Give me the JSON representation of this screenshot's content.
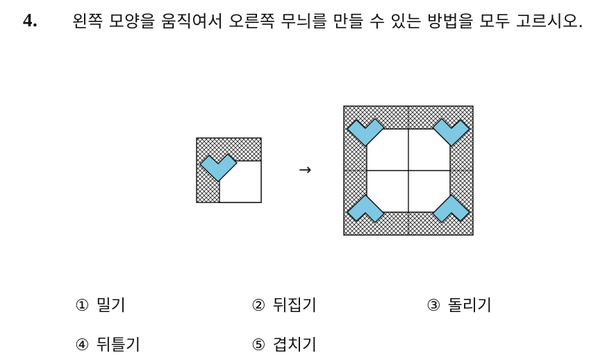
{
  "question": {
    "number": "4.",
    "text": "왼쪽 모양을 움직여서 오른쪽 무늬를 만들 수 있는 방법을 모두 고르시오."
  },
  "figure": {
    "arrow": "→",
    "tile_fill_color": "#7ec8e3",
    "hatch_color": "#222222"
  },
  "choices": [
    {
      "mark": "①",
      "label": "밀기"
    },
    {
      "mark": "②",
      "label": "뒤집기"
    },
    {
      "mark": "③",
      "label": "돌리기"
    },
    {
      "mark": "④",
      "label": "뒤틀기"
    },
    {
      "mark": "⑤",
      "label": "겹치기"
    }
  ]
}
